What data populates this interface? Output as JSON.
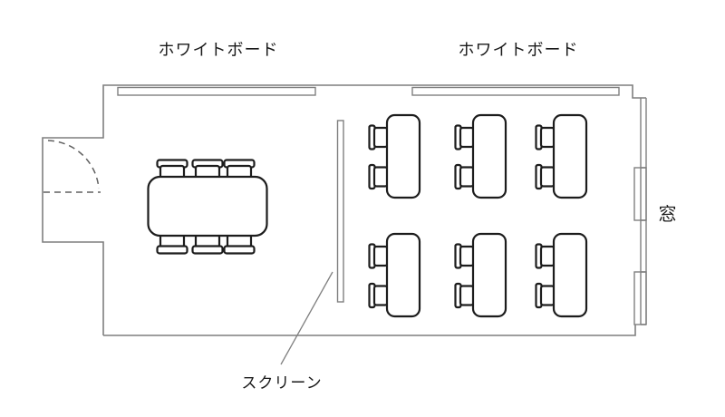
{
  "labels": {
    "whiteboard_left": "ホワイトボード",
    "whiteboard_right": "ホワイトボード",
    "window": "窓",
    "screen": "スクリーン"
  },
  "colors": {
    "wall": "#7f7f7f",
    "furniture": "#1c1c1c",
    "text": "#1a1a1a",
    "door": "#606060",
    "background": "#ffffff"
  },
  "room_contents": {
    "whiteboards": 2,
    "windows": 1,
    "screens": 1,
    "doors": 1,
    "conference_tables": 1,
    "conference_table_chairs": 6,
    "desks": 6,
    "chairs_per_desk": 2
  }
}
